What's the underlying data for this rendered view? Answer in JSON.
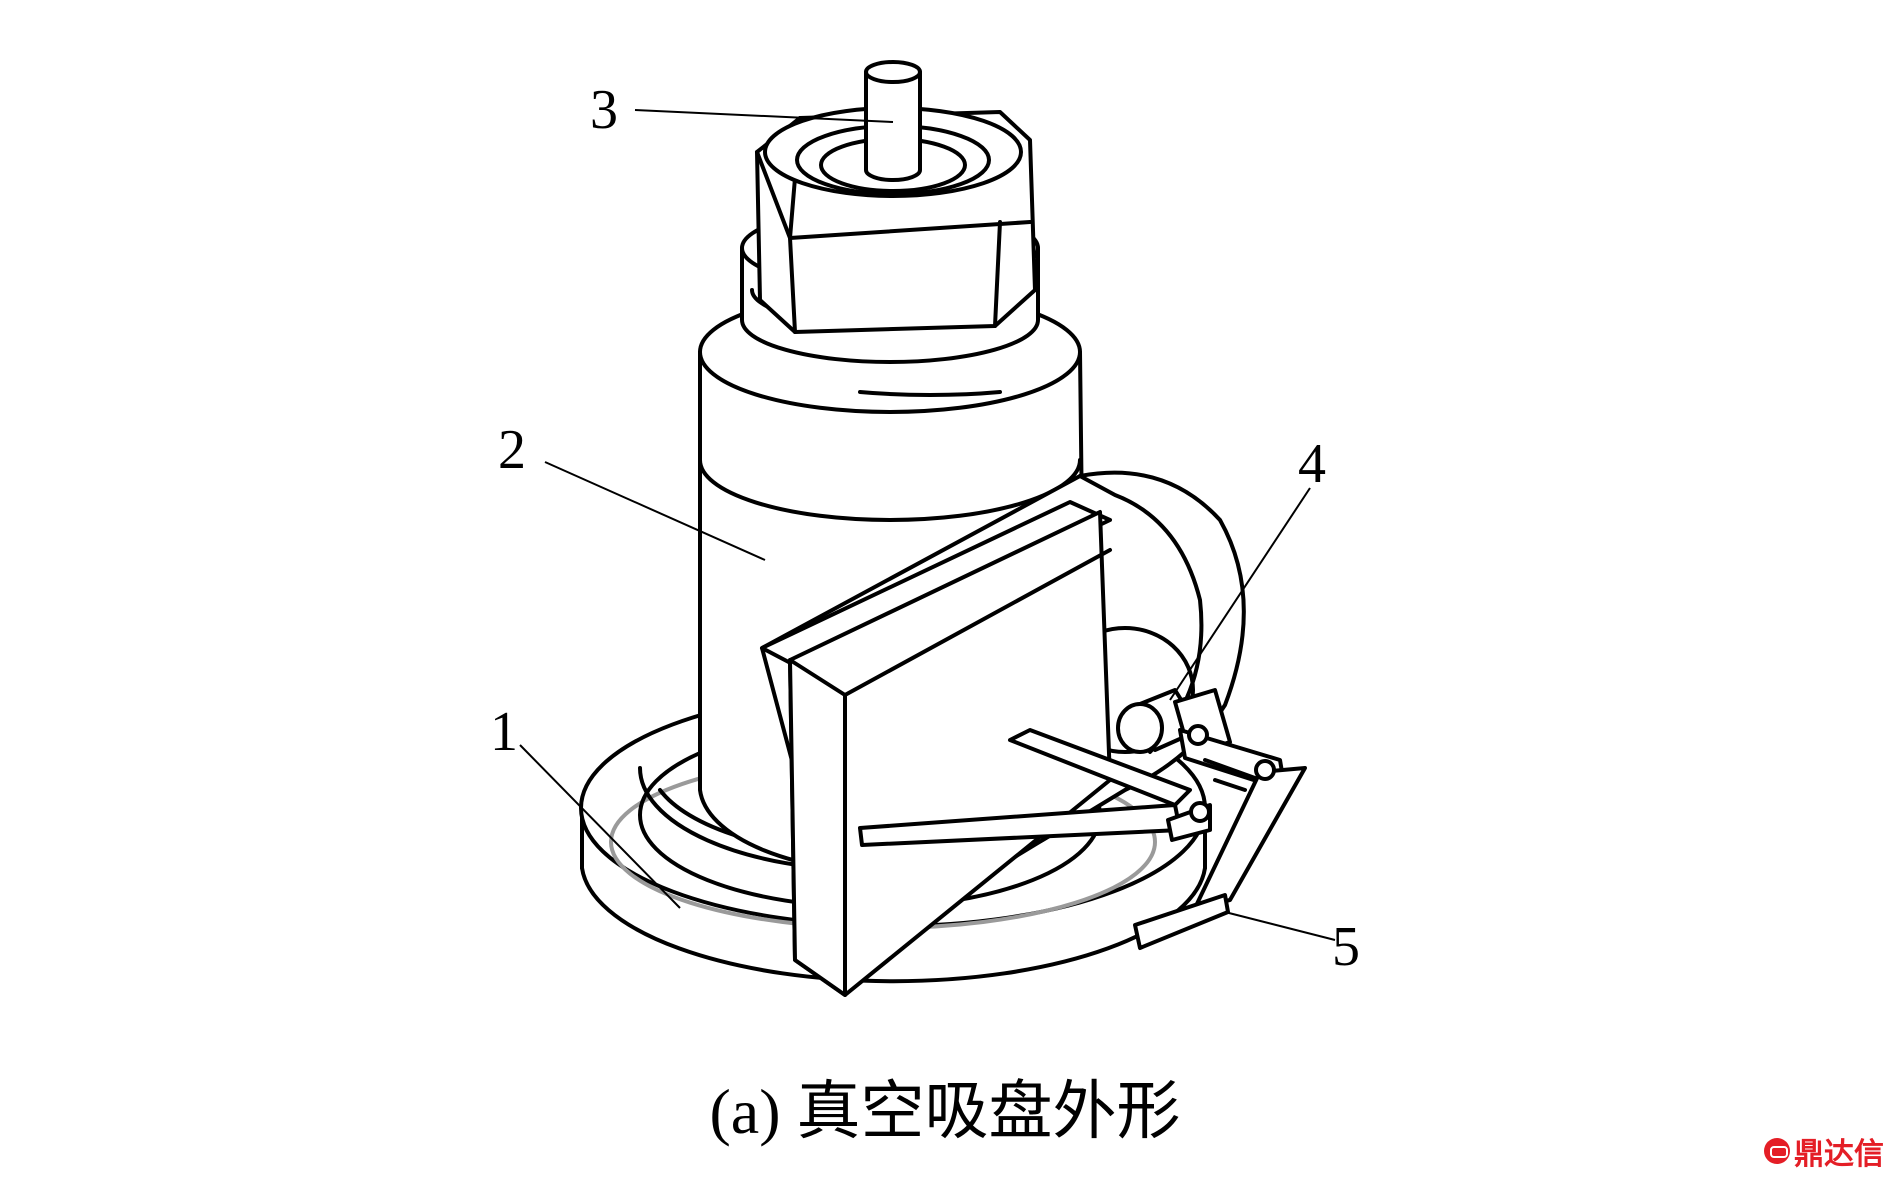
{
  "figure": {
    "caption": "(a) 真空吸盘外形",
    "labels": {
      "part_1": "1",
      "part_2": "2",
      "part_3": "3",
      "part_4": "4",
      "part_5": "5"
    }
  },
  "watermark": {
    "text": "鼎达信",
    "color": "#e41e26"
  }
}
